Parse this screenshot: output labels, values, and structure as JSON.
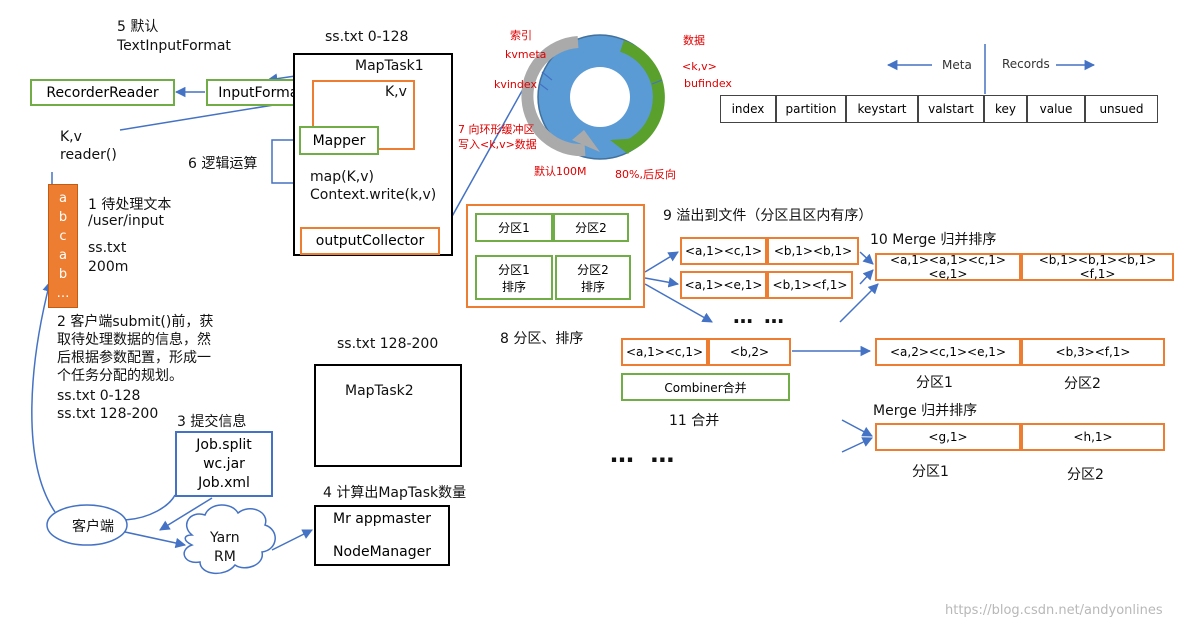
{
  "steps": {
    "s5_title": "5 默认",
    "s5_sub": "TextInputFormat",
    "s6": "6 逻辑运算",
    "s1": "1 待处理文本",
    "s1_path": "/user/input",
    "s1_file": "ss.txt",
    "s1_size": "200m",
    "s2_l1": "2 客户端submit()前，获",
    "s2_l2": "取待处理数据的信息，然",
    "s2_l3": "后根据参数配置，形成一",
    "s2_l4": "个任务分配的规划。",
    "s2_l5": "ss.txt  0-128",
    "s2_l6": "ss.txt  128-200",
    "s3": "3 提交信息",
    "s4": "4 计算出MapTask数量",
    "s7_l1": "7 向环形缓冲区",
    "s7_l2": "写入<k,v>数据",
    "s8": "8 分区、排序",
    "s9": "9 溢出到文件（分区且区内有序）",
    "s10": "10 Merge 归并排序",
    "s11": "11 合并",
    "merge2": "Merge 归并排序"
  },
  "components": {
    "recorder_reader": "RecorderReader",
    "input_format": "InputFormat",
    "kv_reader_l1": "K,v",
    "kv_reader_l2": "reader()",
    "split_header": "ss.txt 0-128",
    "maptask1": "MapTask1",
    "kv": "K,v",
    "mapper": "Mapper",
    "map_l1": "map(K,v)",
    "map_l2": "Context.write(k,v)",
    "output_collector": "outputCollector",
    "file_chars": [
      "a",
      "b",
      "c",
      "a",
      "b",
      "…"
    ],
    "split2_header": "ss.txt 128-200",
    "maptask2": "MapTask2",
    "job_split": "Job.split",
    "wc_jar": "wc.jar",
    "job_xml": "Job.xml",
    "client": "客户端",
    "yarn_l1": "Yarn",
    "yarn_l2": "RM",
    "mr_appmaster": "Mr appmaster",
    "node_manager": "NodeManager"
  },
  "buffer": {
    "index_label": "索引",
    "data_label": "数据",
    "kvmeta": "kvmeta",
    "kvindex": "kvindex",
    "kv_tag": "<k,v>",
    "bufindex": "bufindex",
    "default_size": "默认100M",
    "threshold": "80%,后反向",
    "meta": "Meta",
    "records": "Records",
    "meta_fields": [
      "index",
      "partition",
      "keystart",
      "valstart"
    ],
    "record_fields": [
      "key",
      "value",
      "unsued"
    ]
  },
  "partitions": {
    "p1": "分区1",
    "p2": "分区2",
    "p1_sort_l1": "分区1",
    "p1_sort_l2": "排序",
    "p2_sort_l1": "分区2",
    "p2_sort_l2": "排序"
  },
  "spill": {
    "row1": [
      "<a,1><c,1>",
      "<b,1><b,1>"
    ],
    "row2": [
      "<a,1><e,1>",
      "<b,1><f,1>"
    ],
    "dots": "… …",
    "merged": [
      "<a,1><a,1><c,1><e,1>",
      "<b,1><b,1><b,1><f,1>"
    ],
    "combine_in": [
      "<a,1><c,1>",
      "<b,2>"
    ],
    "combiner": "Combiner合并",
    "combine_out": [
      "<a,2><c,1><e,1>",
      "<b,3><f,1>"
    ],
    "p1": "分区1",
    "p2": "分区2",
    "big_dots": "…   …",
    "final": [
      "<g,1>",
      "<h,1>"
    ],
    "final_p1": "分区1",
    "final_p2": "分区2"
  },
  "watermark": "https://blog.csdn.net/andyonlines",
  "colors": {
    "green": "#70ad47",
    "orange": "#ed7d31",
    "blue": "#4472c4",
    "fill_orange": "#ed7d31",
    "ring_blue": "#5b9bd5",
    "red_text": "#e00000"
  }
}
